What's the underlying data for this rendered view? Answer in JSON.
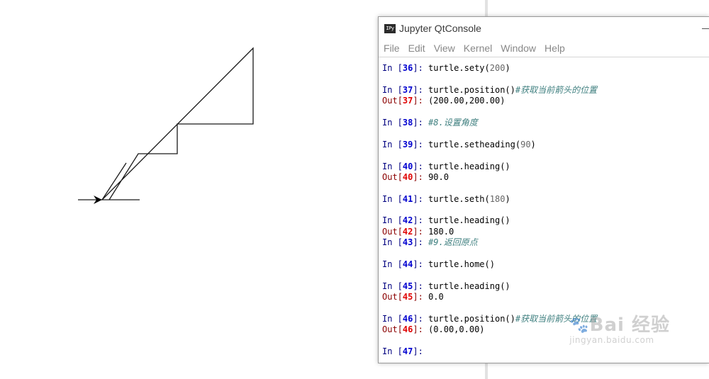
{
  "window": {
    "app_icon_text": "IPy",
    "title": "Jupyter QtConsole"
  },
  "menu": [
    "File",
    "Edit",
    "View",
    "Kernel",
    "Window",
    "Help"
  ],
  "console_lines": [
    {
      "type": "in",
      "num": "36",
      "code": "turtle.sety(",
      "arg": "200",
      "tail": ")",
      "comment": ""
    },
    {
      "type": "blank"
    },
    {
      "type": "in",
      "num": "37",
      "code": "turtle.position()",
      "arg": "",
      "tail": "",
      "comment": "#获取当前箭头的位置"
    },
    {
      "type": "out",
      "num": "37",
      "text": "(200.00,200.00)"
    },
    {
      "type": "blank"
    },
    {
      "type": "in",
      "num": "38",
      "code": "",
      "arg": "",
      "tail": "",
      "comment": "#8.设置角度"
    },
    {
      "type": "blank"
    },
    {
      "type": "in",
      "num": "39",
      "code": "turtle.setheading(",
      "arg": "90",
      "tail": ")",
      "comment": ""
    },
    {
      "type": "blank"
    },
    {
      "type": "in",
      "num": "40",
      "code": "turtle.heading()",
      "arg": "",
      "tail": "",
      "comment": ""
    },
    {
      "type": "out",
      "num": "40",
      "text": "90.0"
    },
    {
      "type": "blank"
    },
    {
      "type": "in",
      "num": "41",
      "code": "turtle.seth(",
      "arg": "180",
      "tail": ")",
      "comment": ""
    },
    {
      "type": "blank"
    },
    {
      "type": "in",
      "num": "42",
      "code": "turtle.heading()",
      "arg": "",
      "tail": "",
      "comment": ""
    },
    {
      "type": "out",
      "num": "42",
      "text": "180.0"
    },
    {
      "type": "in",
      "num": "43",
      "code": "",
      "arg": "",
      "tail": "",
      "comment": "#9.返回原点"
    },
    {
      "type": "blank"
    },
    {
      "type": "in",
      "num": "44",
      "code": "turtle.home()",
      "arg": "",
      "tail": "",
      "comment": ""
    },
    {
      "type": "blank"
    },
    {
      "type": "in",
      "num": "45",
      "code": "turtle.heading()",
      "arg": "",
      "tail": "",
      "comment": ""
    },
    {
      "type": "out",
      "num": "45",
      "text": "0.0"
    },
    {
      "type": "blank"
    },
    {
      "type": "in",
      "num": "46",
      "code": "turtle.position()",
      "arg": "",
      "tail": "",
      "comment": "#获取当前箭头的位置"
    },
    {
      "type": "out",
      "num": "46",
      "text": "(0.00,0.00)"
    },
    {
      "type": "blank"
    },
    {
      "type": "in",
      "num": "47",
      "code": "",
      "arg": "",
      "tail": "",
      "comment": ""
    }
  ],
  "prompt_labels": {
    "in": "In",
    "out": "Out"
  },
  "watermark": {
    "logo": "Bai 经验",
    "url": "jingyan.baidu.com"
  },
  "colors": {
    "prompt_in": "#000080",
    "prompt_out": "#8b0000",
    "comment": "#408080",
    "number_arg": "#666666"
  },
  "icons": [
    "turtle-arrow-icon",
    "ipython-app-icon",
    "baidu-paw-icon"
  ]
}
